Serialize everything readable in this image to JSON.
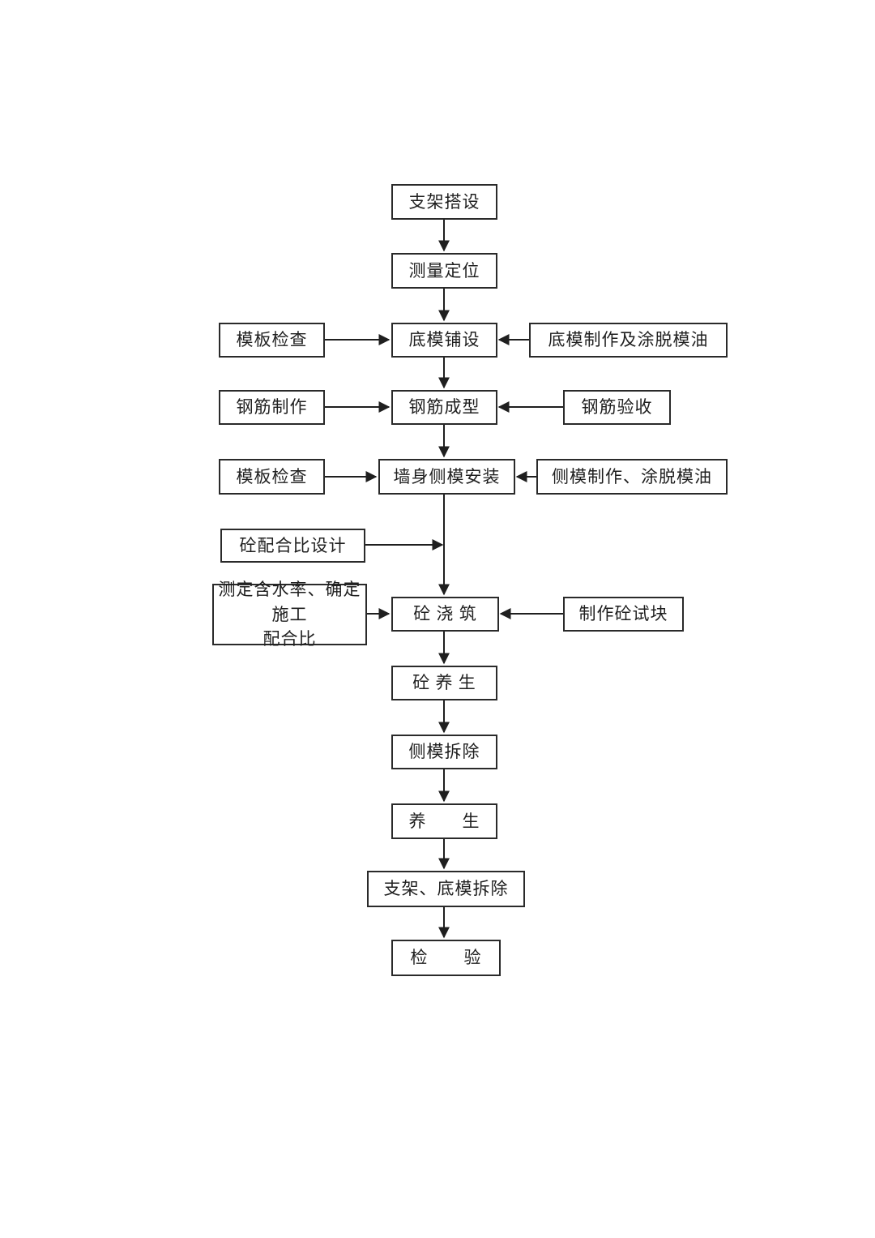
{
  "diagram": {
    "type": "flowchart",
    "language": "zh-CN",
    "colors": {
      "background": "#ffffff",
      "box_border": "#2a2a2a",
      "line": "#1f1f1f",
      "text": "#1f1f1f"
    },
    "flow_direction": "top-to-bottom",
    "main_sequence": [
      "支架搭设",
      "测量定位",
      "底模铺设",
      "钢筋成型",
      "墙身侧模安装",
      "砼 浇 筑",
      "砼 养 生",
      "侧模拆除",
      "养　　生",
      "支架、底模拆除",
      "检　　验"
    ]
  },
  "nodes": {
    "scaffold_erection": "支架搭设",
    "survey_positioning": "测量定位",
    "formwork_check_1": "模板检查",
    "bottom_form_laying": "底模铺设",
    "bottom_form_making_oil": "底模制作及涂脱模油",
    "rebar_fabrication": "钢筋制作",
    "rebar_forming": "钢筋成型",
    "rebar_acceptance": "钢筋验收",
    "formwork_check_2": "模板检查",
    "wall_side_form_install": "墙身侧模安装",
    "side_form_making_oil": "侧模制作、涂脱模油",
    "mix_design": "砼配合比设计",
    "moisture_determination": "测定含水率、确定施工\n配合比",
    "concrete_pouring": "砼 浇 筑",
    "test_block_making": "制作砼试块",
    "concrete_curing": "砼 养 生",
    "side_form_removal": "侧模拆除",
    "curing": "养　　生",
    "scaffold_bottom_form_removal": "支架、底模拆除",
    "inspection": "检　　验"
  }
}
